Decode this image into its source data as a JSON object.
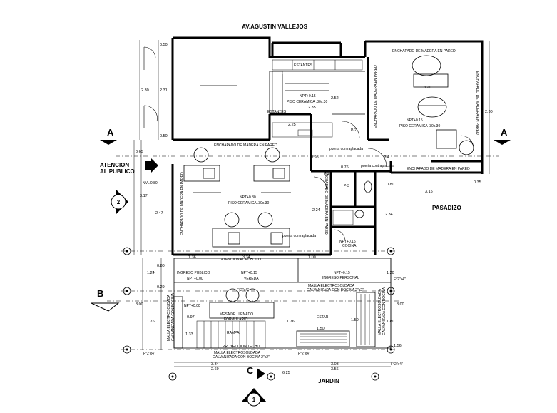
{
  "street_title": "AV.AGUSTIN VALLEJOS",
  "jardin": "JARDIN",
  "pasadizo": "PASADIZO",
  "atencion_lines": [
    "ATENCION",
    "AL PUBLICO"
  ],
  "section_a": "A",
  "section_b": "B",
  "section_c": "C",
  "axis_1": "1",
  "axis_2": "2",
  "rooms": {
    "estantes_top": "ESTANTES",
    "estantes_left": "ESTANTES",
    "npt_store": "NPT+0.15",
    "piso_store": "PISO CERAMICA .30x.30",
    "enchapado_top_right": "ENCHAPADO DE MADERA EN PARED",
    "npt_office": "NPT+0.15",
    "piso_office": "PISO CERAMICA .30x.30",
    "enchapado_right_vertical": "ENCHAPADO DE MADERA EN PARED",
    "enchapado_office_vertical": "ENCHAPADO DE MADERA EN PARED",
    "enchapado_bottom_right": "ENCHAPADO DE MADERA EN PARED",
    "enchapado_main_top": "ENCHAPADO DE MADERA EN PARED",
    "enchapado_main_left": "ENCHAPADO DE MADERA EN PARED",
    "enchapado_main_right": "ENCHAPADO DE MADERA EN PARED",
    "npt_main": "NPT+0.30",
    "piso_main": "PISO CERAMICA .30x.30",
    "puerta_top": "puerta contraplacada",
    "puerta_mid": "puerta contraplacada",
    "puerta_sshh": "puerta contraplacada",
    "atencion_counter": "ATENCION AL PUBLICO",
    "ingreso_publico": "INGRESO PUBLICO",
    "npt_ingreso": "NPT+0.00",
    "npt_vereda": "NPT+0.15",
    "vereda": "VEREDA",
    "ingreso_personal_npt": "NPT+0.15",
    "ingreso_personal": "INGRESO PERSONAL",
    "malla_top": "MALLA ELECTROSOLDADA",
    "malla_top_2": "GALVANIZADA CON BOCINA 2\"x2\"",
    "npt_mesa": "NPT+0.00",
    "mesa_line1": "MESA DE LLENADO",
    "mesa_line2": "FORMULARIO",
    "rampa": "RAMPA",
    "estar": "ESTAR",
    "proyeccion": "PROYECCION TECHO",
    "malla_bottom": "MALLA ELECTROSOLDADA",
    "malla_bottom_2": "GALVANIZADA CON BOCINA 2\"x2\"",
    "malla_left": "MALLA ELECTROSOLDADA",
    "malla_left_2": "GALVANIZADA CON BOCINA",
    "malla_right": "MALLA ELECTROSOLDADA",
    "malla_right_2": "GALVANIZADA CON BOCINA",
    "fierro_1": "F°2\"x4\"",
    "fierro_2": "F°2\"x4\"",
    "fierro_3": "F°2\"x4\"",
    "fierro_4": "F°2\"x4\"",
    "fierro_5": "F°2\"x4\"",
    "p1": "P-1",
    "p2": "P-2",
    "p3": "P-3",
    "p4": "P-4",
    "npt_sshh": "NPT+0.15",
    "cocina": "COCINA",
    "nivel_left": "NVL 0.80"
  },
  "dims": {
    "d050a": "0.50",
    "d230": "2.30",
    "d050b": "0.50",
    "d231": "2.31",
    "d252": "2.52",
    "d235": "2.35",
    "d225": "2.25",
    "d320": "3.20",
    "d230r": "2.30",
    "d098": "0.98",
    "d076": "0.76",
    "d317": "3.17",
    "d247": "2.47",
    "d224": "2.24",
    "d234": "2.34",
    "d315": "3.15",
    "d080r": "0.80",
    "d035": "0.35",
    "d065": "0.65",
    "d136": "1.36",
    "d334": "3.34",
    "d100": "1.00",
    "d080": "0.80",
    "d124": "1.24",
    "d029": "0.29",
    "d300": "3.00",
    "d300r": "3.00",
    "d150": "1.50",
    "d180": "1.80",
    "d120": "1.20",
    "d076b": "1.76",
    "d176": "1.76",
    "d097": "0.97",
    "d133": "1.33",
    "d334b": "3.34",
    "d269": "2.69",
    "d356": "3.56",
    "d625": "6.25",
    "d303": "3.03",
    "d156": "1.56",
    "d150b": "1.50"
  }
}
